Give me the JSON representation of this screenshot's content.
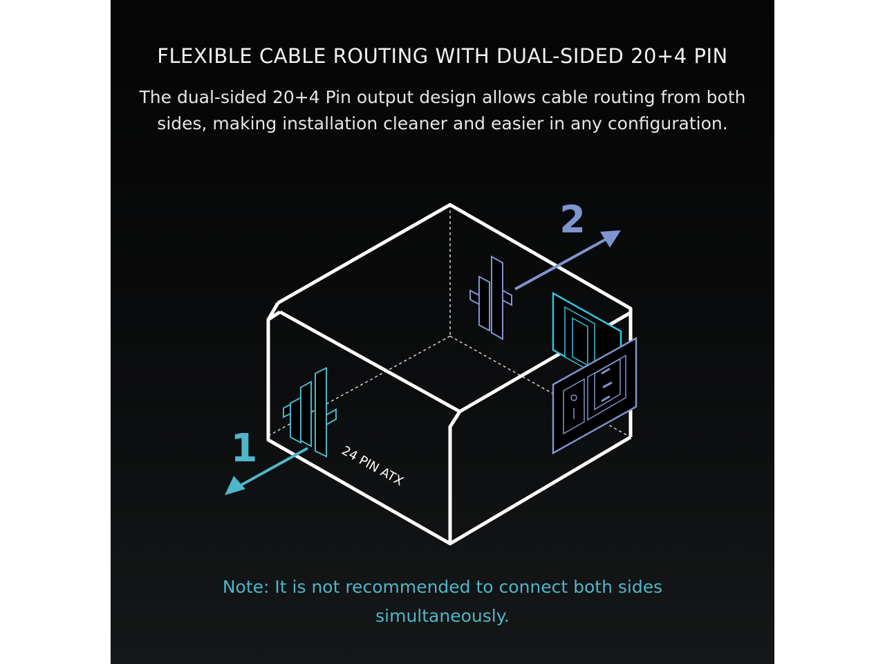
{
  "header": {
    "title": "FLEXIBLE CABLE ROUTING WITH DUAL-SIDED 20+4 PIN",
    "description": "The dual-sided 20+4 Pin output design allows cable routing from both sides, making installation cleaner and easier in any configuration."
  },
  "diagram": {
    "connector_label": "24 PIN ATX",
    "side_1": {
      "number": "1",
      "color": "#4fb6c9",
      "icon": "arrow-down-left-icon"
    },
    "side_2": {
      "number": "2",
      "color": "#7f95cf",
      "icon": "arrow-up-right-icon"
    },
    "outline_color": "#ffffff",
    "connector_icons": [
      "24-pin-connector-icon",
      "24-pin-connector-icon"
    ],
    "rear_panel_icons": [
      "ac-inlet-icon",
      "power-switch-icon"
    ]
  },
  "footer": {
    "note": "Note: It is not recommended to connect both sides simultaneously."
  },
  "colors": {
    "background": "#0b0c0d",
    "text": "#f2f2f2",
    "note": "#4fb6c9",
    "accent_teal": "#4fb6c9",
    "accent_blue": "#7f95cf",
    "accent_cyan": "#35c3e0"
  }
}
